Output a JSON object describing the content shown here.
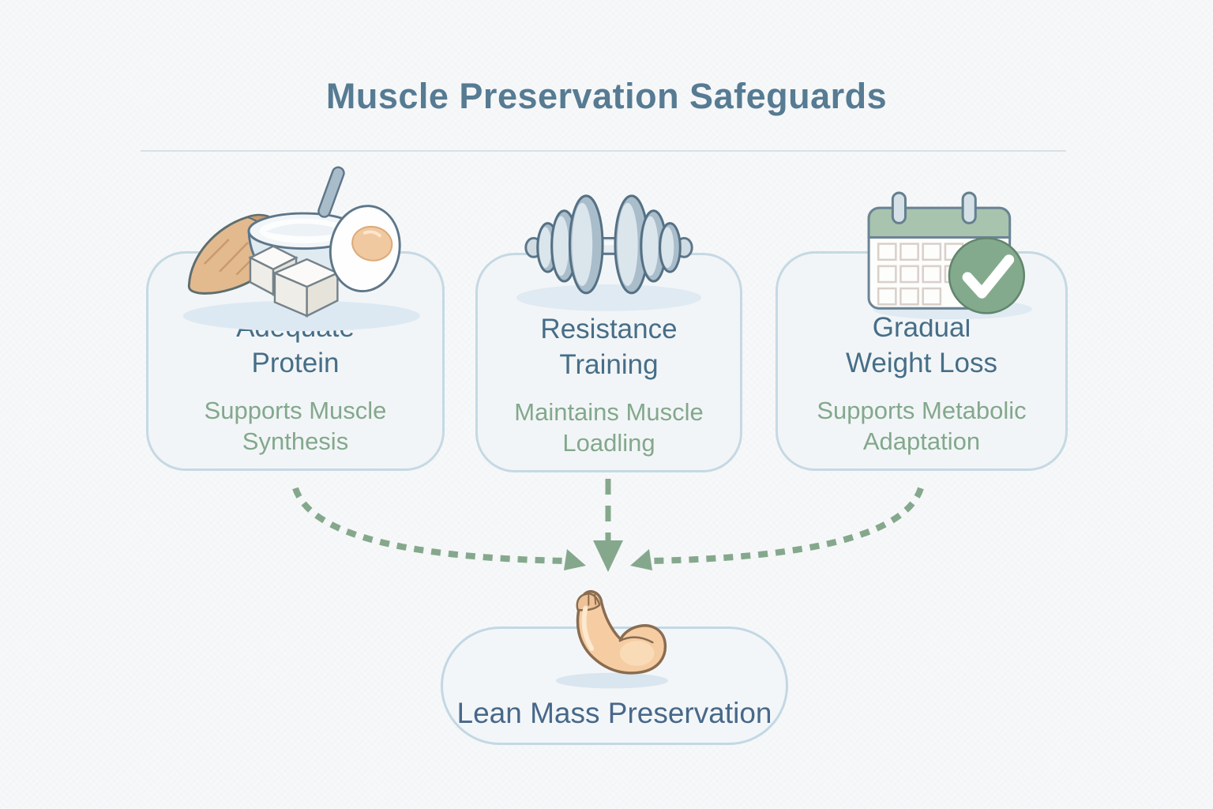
{
  "title": "Muscle Preservation Safeguards",
  "cards": [
    {
      "heading": "Adequate\nProtein",
      "subheading": "Supports Muscle\nSynthesis",
      "icon": "protein-foods-icon"
    },
    {
      "heading": "Resistance\nTraining",
      "subheading": "Maintains Muscle\nLoadling",
      "icon": "dumbbell-icon"
    },
    {
      "heading": "Gradual\nWeight Loss",
      "subheading": "Supports Metabolic\nAdaptation",
      "icon": "calendar-check-icon"
    }
  ],
  "result": {
    "label": "Lean Mass Preservation",
    "icon": "flexed-bicep-icon"
  },
  "colors": {
    "background": "#f7f8f9",
    "title_text": "#567b93",
    "heading_text": "#466e87",
    "subheading_text": "#83a88c",
    "card_border": "#c5d9e4",
    "card_fill": "#f2f5f7",
    "arrow_green": "#85a88d",
    "check_green": "#84aa8d",
    "divider": "#d8e1e7"
  }
}
